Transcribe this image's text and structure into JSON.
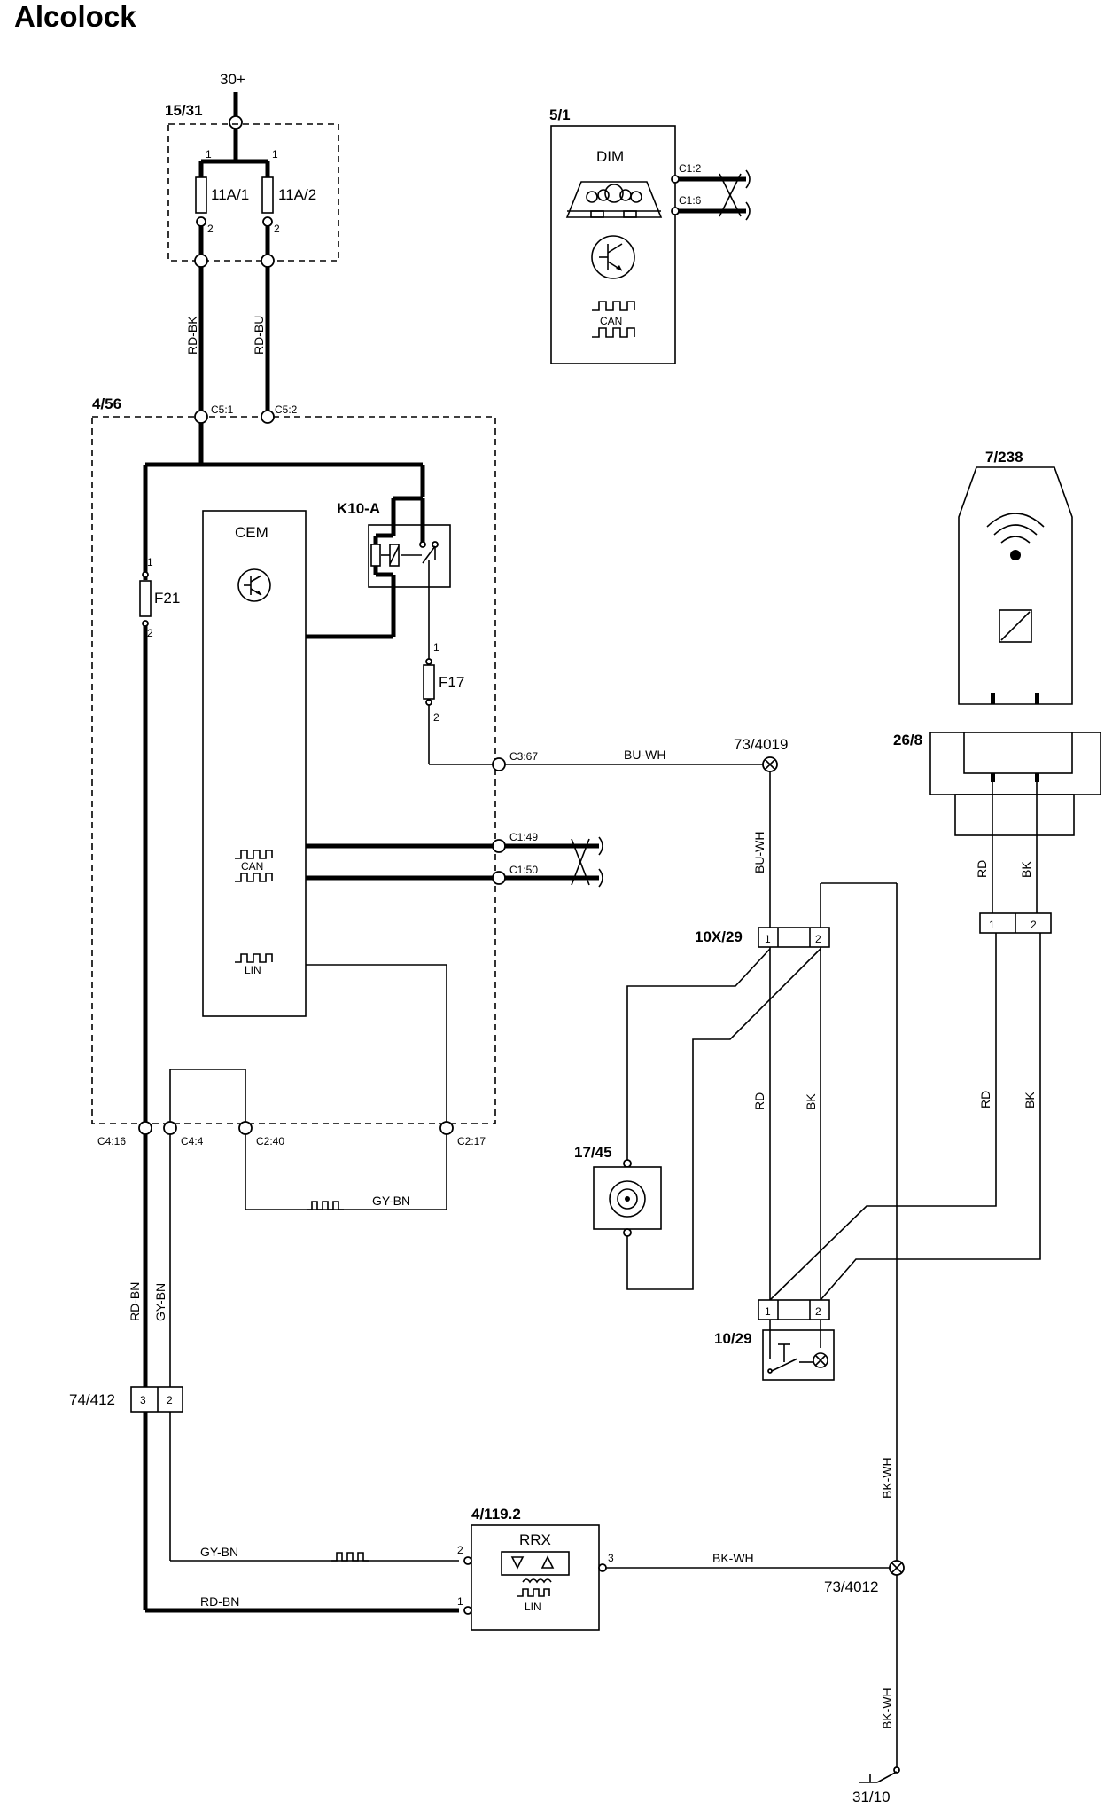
{
  "title": "Alcolock",
  "supply": {
    "label": "30+",
    "ground": "31/10"
  },
  "components": {
    "fusebox": {
      "id": "15/31",
      "fuse1": "11A/1",
      "fuse2": "11A/2"
    },
    "dim": {
      "id": "5/1",
      "name": "DIM",
      "pin1": "C1:2",
      "pin2": "C1:6",
      "can": "CAN"
    },
    "cem_box": {
      "id": "4/56",
      "name": "CEM",
      "relay": "K10-A",
      "fuse_a": "F21",
      "fuse_b": "F17",
      "can": "CAN",
      "lin": "LIN"
    },
    "handset": {
      "id": "7/238"
    },
    "holder": {
      "id": "26/8"
    },
    "conn_10x29": {
      "id": "10X/29"
    },
    "buzzer": {
      "id": "17/45"
    },
    "switch": {
      "id": "10/29"
    },
    "conn_74_412": {
      "id": "74/412"
    },
    "rrx": {
      "id": "4/119.2",
      "name": "RRX",
      "lin": "LIN"
    }
  },
  "connectors": {
    "c5_1": "C5:1",
    "c5_2": "C5:2",
    "c3_67": "C3:67",
    "c1_49": "C1:49",
    "c1_50": "C1:50",
    "c4_16": "C4:16",
    "c4_4": "C4:4",
    "c2_40": "C2:40",
    "c2_17": "C2:17"
  },
  "splices": {
    "s1": "73/4019",
    "s2": "73/4012"
  },
  "wires": {
    "rd_bk": "RD-BK",
    "rd_bu": "RD-BU",
    "bu_wh": "BU-WH",
    "gy_bn": "GY-BN",
    "rd_bn": "RD-BN",
    "rd": "RD",
    "bk": "BK",
    "bk_wh": "BK-WH"
  },
  "pins": {
    "p1": "1",
    "p2": "2",
    "p3": "3"
  }
}
